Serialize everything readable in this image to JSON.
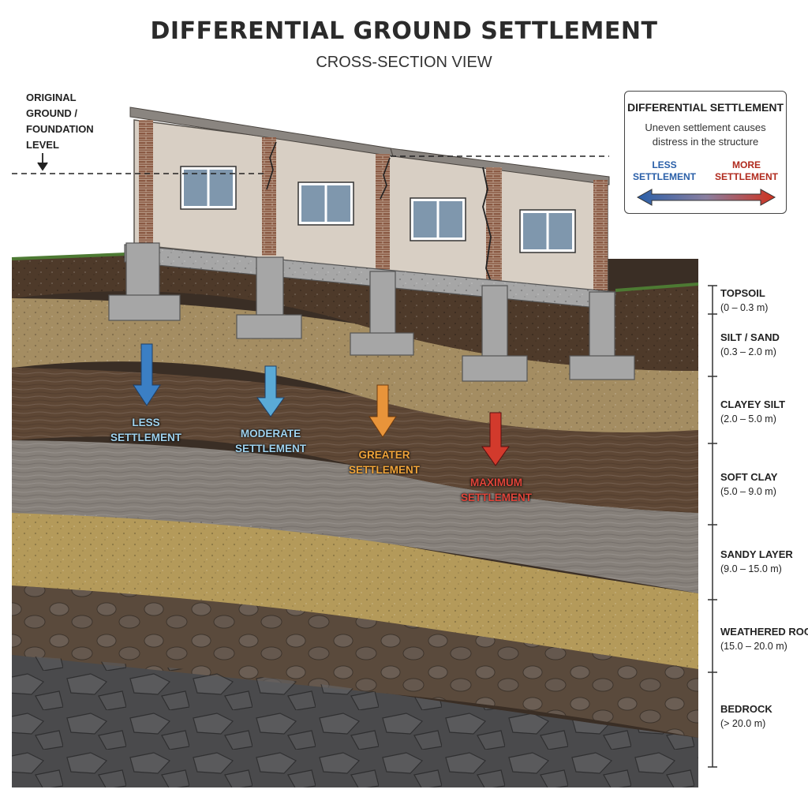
{
  "title": "DIFFERENTIAL GROUND SETTLEMENT",
  "subtitle": "CROSS-SECTION VIEW",
  "original_level": {
    "lines": [
      "ORIGINAL",
      "GROUND /",
      "FOUNDATION",
      "LEVEL"
    ]
  },
  "legend": {
    "title": "DIFFERENTIAL SETTLEMENT",
    "description_lines": [
      "Uneven settlement causes",
      "distress in the structure"
    ],
    "less_lines": [
      "LESS",
      "SETTLEMENT"
    ],
    "more_lines": [
      "MORE",
      "SETTLEMENT"
    ]
  },
  "settlement_labels": [
    {
      "lines": [
        "LESS",
        "SETTLEMENT"
      ],
      "color": "#9fd2ee"
    },
    {
      "lines": [
        "MODERATE",
        "SETTLEMENT"
      ],
      "color": "#9fd2ee"
    },
    {
      "lines": [
        "GREATER",
        "SETTLEMENT"
      ],
      "color": "#f0a43a"
    },
    {
      "lines": [
        "MAXIMUM",
        "SETTLEMENT"
      ],
      "color": "#e0453a"
    }
  ],
  "arrow_colors": [
    "#3b7fc4",
    "#5aaad6",
    "#e8943a",
    "#d23a2c"
  ],
  "layers": [
    {
      "name": "TOPSOIL",
      "range": "(0 – 0.3 m)"
    },
    {
      "name": "SILT / SAND",
      "range": "(0.3 – 2.0 m)"
    },
    {
      "name": "CLAYEY SILT",
      "range": "(2.0 – 5.0 m)"
    },
    {
      "name": "SOFT CLAY",
      "range": "(5.0 – 9.0 m)"
    },
    {
      "name": "SANDY LAYER",
      "range": "(9.0 – 15.0 m)"
    },
    {
      "name": "WEATHERED ROCK",
      "range": "(15.0 – 20.0 m)"
    },
    {
      "name": "BEDROCK",
      "range": "(> 20.0 m)"
    }
  ],
  "colors": {
    "topsoil": "#4e3a2a",
    "silt_sand": "#a48d62",
    "clayey_silt": "#5e4735",
    "soft_clay": "#86807a",
    "sandy_layer": "#b49a5a",
    "weathered_rock": "#5a4a3c",
    "bedrock": "#4a4a4c",
    "concrete": "#a6a6a6",
    "brick": "#8a5a44",
    "stucco": "#d8cfc4",
    "roof": "#8a8580"
  }
}
